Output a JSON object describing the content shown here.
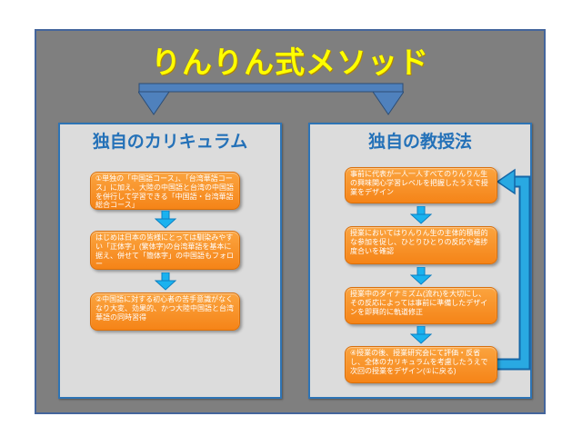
{
  "slide": {
    "title": "りんりん式メソッド",
    "columns": [
      {
        "header": "独自のカリキュラム",
        "boxes": [
          "①単独の「中国語コース」、「台湾華語コース」に加え、大陸の中国語と台湾の中国語を併行して学習できる「中国語・台湾華語総合コース」",
          "はじめは日本の皆様にとっては馴染みやすい「正体字」(繁体字)の台湾華語を基本に据え、併せて「簡体字」の中国語もフォロー",
          "②中国語に対する初心者の苦手意識がなくなり大変、効果的、かつ大陸中国語と台湾華語の同時習得"
        ]
      },
      {
        "header": "独自の教授法",
        "boxes": [
          "事前に代表が一人一人すべてのりんりん生の興味関心学習レベルを把握したうえで授業をデザイン",
          "授業においてはりんりん生の主体的積極的な参加を促し、ひとりひとりの反応や進捗度合いを確認",
          "授業中のダイナミズム(流れ)を大切にし、その反応によっては事前に準備したデザインを即興的に軌道修正",
          "④授業の後、授業研究会にて評価・反省し、全体のカリキュラムを考慮したうえで次回の授業をデザイン(①に戻る)"
        ]
      }
    ],
    "colors": {
      "slide_background": "#7f7f7f",
      "slide_border": "#44659c",
      "title_text": "#ffff00",
      "panel_background": "#dcdcdc",
      "panel_border": "#2e74b5",
      "panel_header_text": "#2471b8",
      "step_box_fill": "#f79433",
      "step_box_text": "#ffffff",
      "split_arrow_fill": "#4f81bd",
      "flow_arrow_fill": "#1ab2ef",
      "loop_arrow_fill": "#29a9e2"
    }
  }
}
